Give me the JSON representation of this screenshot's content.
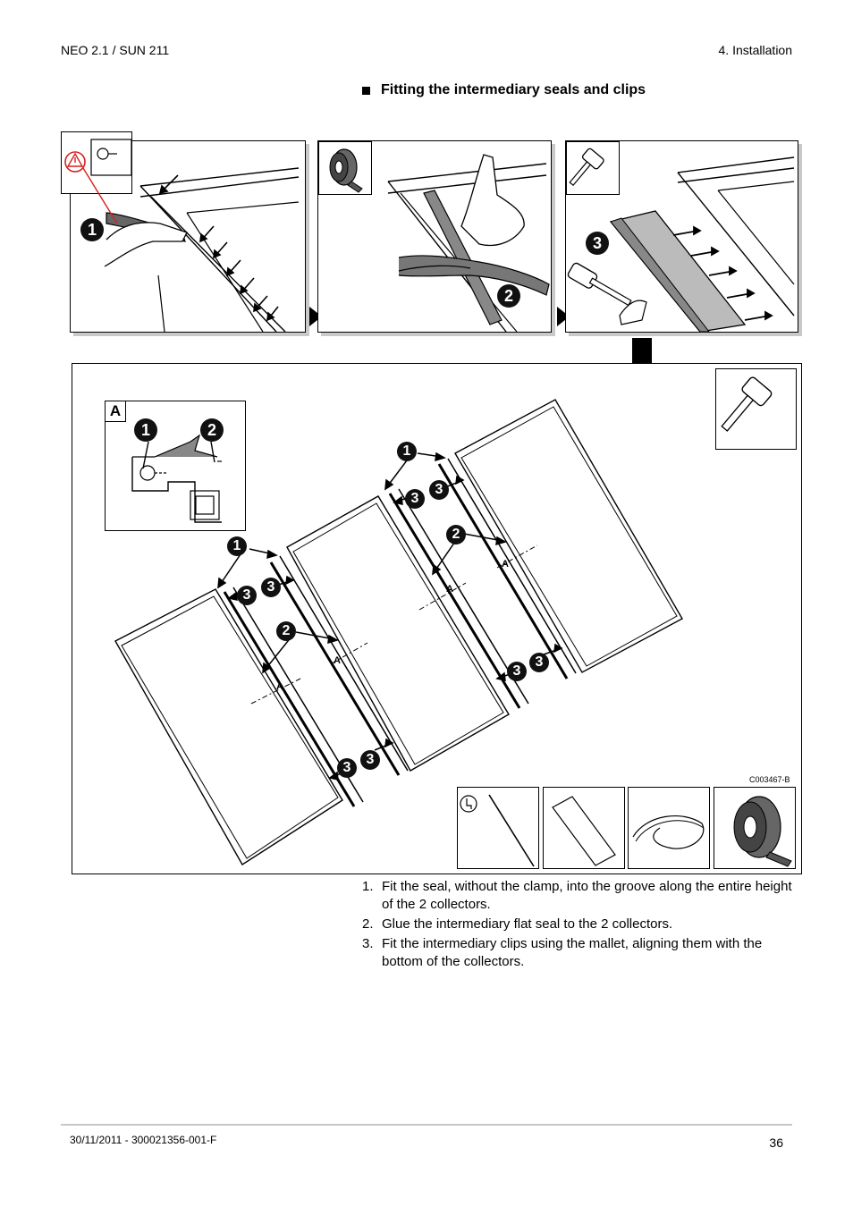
{
  "header": {
    "product": "NEO 2.1 / SUN 211",
    "section": "4.  Installation"
  },
  "section_title": "Fitting the intermediary seals and clips",
  "figure": {
    "code": "C003467-B",
    "detail_label": "A",
    "callouts": [
      "1",
      "2",
      "3"
    ],
    "section_marker": "A"
  },
  "steps": [
    {
      "number": "1.",
      "text": "Fit the seal, without the clamp, into the groove along the entire height of the 2 collectors."
    },
    {
      "number": "2.",
      "text": "Glue the intermediary flat seal to the 2 collectors."
    },
    {
      "number": "3.",
      "text": "Fit the intermediary clips using the mallet, aligning them with the bottom of the collectors."
    }
  ],
  "footer": {
    "date_ref": "30/11/2011  - 300021356-001-F",
    "page": "36"
  },
  "colors": {
    "warning": "#d62020",
    "badge": "#111111",
    "rule": "#c8c8c8"
  }
}
